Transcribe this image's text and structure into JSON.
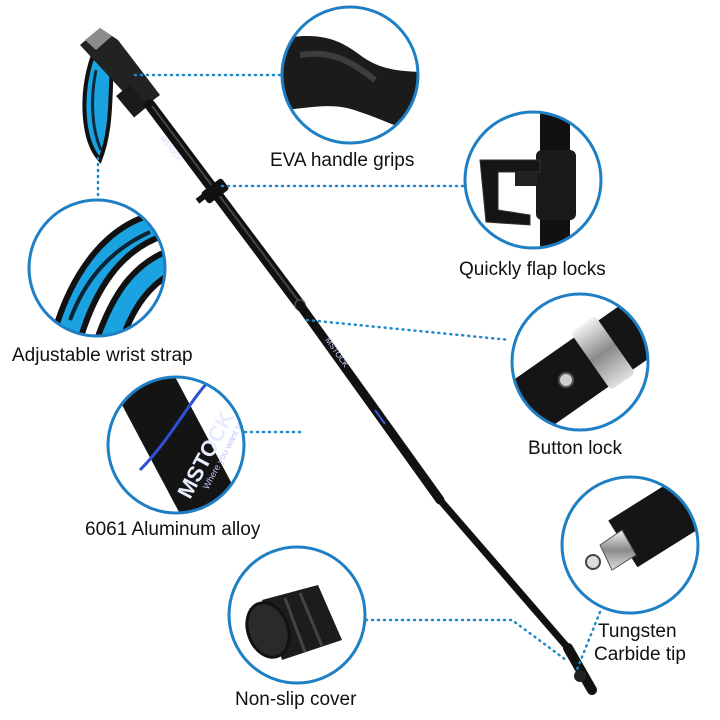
{
  "callouts": {
    "grips": "EVA handle grips",
    "flap": "Quickly flap locks",
    "strap": "Adjustable wrist strap",
    "button": "Button lock",
    "alloy": "6061 Aluminum alloy",
    "tip_line1": "Tungsten",
    "tip_line2": "Carbide tip",
    "cover": "Non-slip cover"
  },
  "pole_print": {
    "brand_text": "MSTOCK",
    "shaft_text": "Where you want to go"
  },
  "colors": {
    "accent_blue": "#1e88c9",
    "circle_stroke": "#1f7fc4",
    "pole_black": "#111111",
    "strap_blue": "#1aa3e0"
  }
}
